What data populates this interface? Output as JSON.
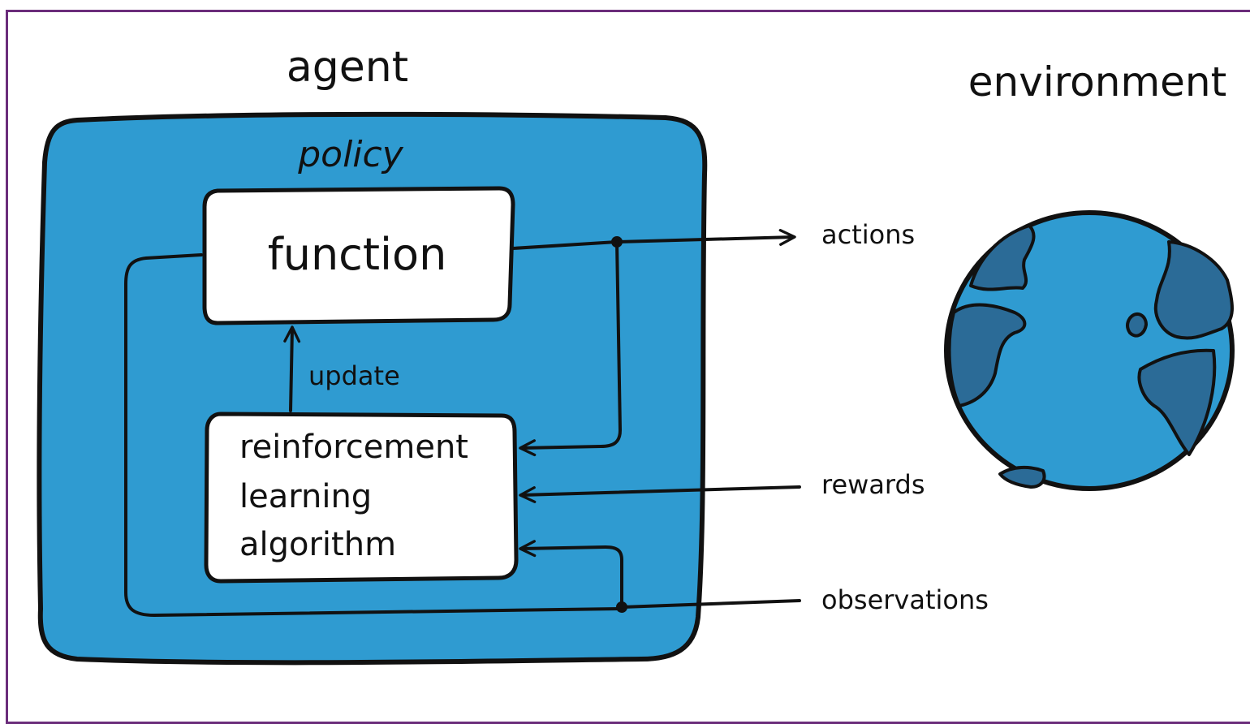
{
  "colors": {
    "agent_fill": "#2f9bd1",
    "ocean": "#2f9bd1",
    "land": "#2b6b97",
    "ink": "#111111",
    "box_fill": "#ffffff",
    "frame": "#6b2d7b"
  },
  "labels": {
    "agent": "agent",
    "environment": "environment",
    "policy": "policy",
    "function": "function",
    "update": "update",
    "rl_line1": "reinforcement",
    "rl_line2": "learning",
    "rl_line3": "algorithm",
    "actions": "actions",
    "rewards": "rewards",
    "observations": "observations"
  },
  "icons": {
    "environment": "globe-icon"
  }
}
